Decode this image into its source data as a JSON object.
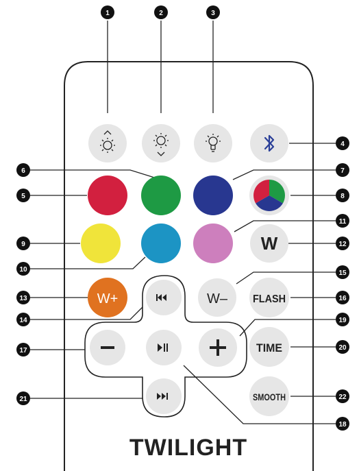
{
  "remote": {
    "brand": "TWILIGHT",
    "buttons": {
      "w": "W",
      "w_plus": "W+",
      "w_minus": "W–",
      "flash": "FLASH",
      "time": "TIME",
      "smooth": "SMOOTH",
      "minus": "−",
      "plus": "+"
    },
    "colors": {
      "red": "#d2203f",
      "green": "#1e9a44",
      "navy": "#283790",
      "yellow": "#f0e43a",
      "cyan": "#1c94c4",
      "pink": "#cd7fbd",
      "orange": "#e07220",
      "gray": "#e6e6e6",
      "bluetooth": "#2a3f98"
    },
    "icons": {
      "brightness_up": "brightness-up-icon",
      "brightness_down": "brightness-down-icon",
      "light_bulb": "light-bulb-icon",
      "bluetooth": "bluetooth-icon",
      "rgb": "rgb-wheel-icon",
      "previous": "previous-icon",
      "play_pause": "play-pause-icon",
      "next": "next-icon"
    }
  },
  "callouts": [
    "1",
    "2",
    "3",
    "4",
    "5",
    "6",
    "7",
    "8",
    "9",
    "10",
    "11",
    "12",
    "13",
    "14",
    "15",
    "16",
    "17",
    "18",
    "19",
    "20",
    "21",
    "22"
  ]
}
